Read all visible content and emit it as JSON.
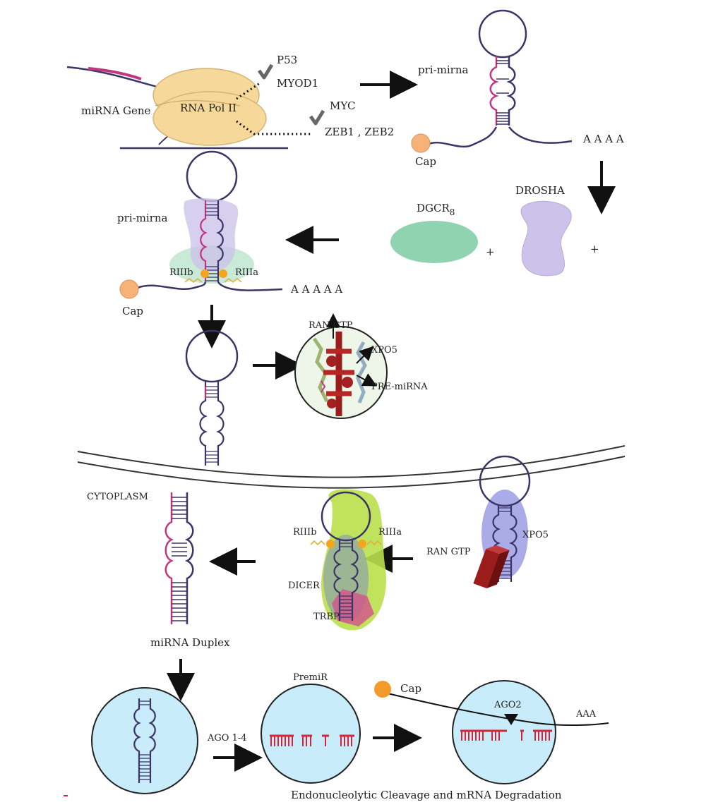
{
  "labels": {
    "p53": "P53",
    "myod1": "MYOD1",
    "myc": "MYC",
    "zeb": "ZEB1 , ZEB2",
    "mirna_gene": "miRNA Gene",
    "rna_pol": "RNA Pol II",
    "pri_mirna_top": "pri-mirna",
    "aaaa_top": "A A A A",
    "cap_top": "Cap",
    "dgcr8_main": "DGCR",
    "dgcr8_sub": "8",
    "drosha": "DROSHA",
    "plus": "+",
    "pri_mirna_mid": "pri-mirna",
    "riiib_1": "RIIIb",
    "riiia_1": "RIIIa",
    "aaaaa": "A A A A A",
    "cap_mid": "Cap",
    "ran_gtp_1": "RAN GTP",
    "xpo5_1": "XPO5",
    "pre_mirna": "PRE-miRNA",
    "cytoplasm": "CYTOPLASM",
    "riiib_2": "RIIIb",
    "riiia_2": "RIIIa",
    "dicer": "DICER",
    "trbp": "TRBP",
    "ran_gtp_2": "RAN GTP",
    "xpo5_2": "XPO5",
    "mirna_duplex": "miRNA Duplex",
    "premir": "PremiR",
    "cap_bottom": "Cap",
    "ago2": "AGO2",
    "aaa": "AAA",
    "ago14": "AGO 1-4",
    "caption": "Endonucleolytic Cleavage and mRNA Degradation"
  },
  "colors": {
    "rna_pol": "#f6d99a",
    "dgcr8": "#8fd3b0",
    "drosha": "#cdc3ea",
    "cap": "#f7b27a",
    "cap_bottom": "#f39a2a",
    "dicer": "#b9df4a",
    "xpo5": "#8f8fe0",
    "trbp": "#d1588a",
    "circle_fill": "#c9ecfb",
    "strand": "#3b3567",
    "magenta": "#c2357f",
    "red": "#d4253a",
    "ran_box": "#9c1c1c"
  }
}
